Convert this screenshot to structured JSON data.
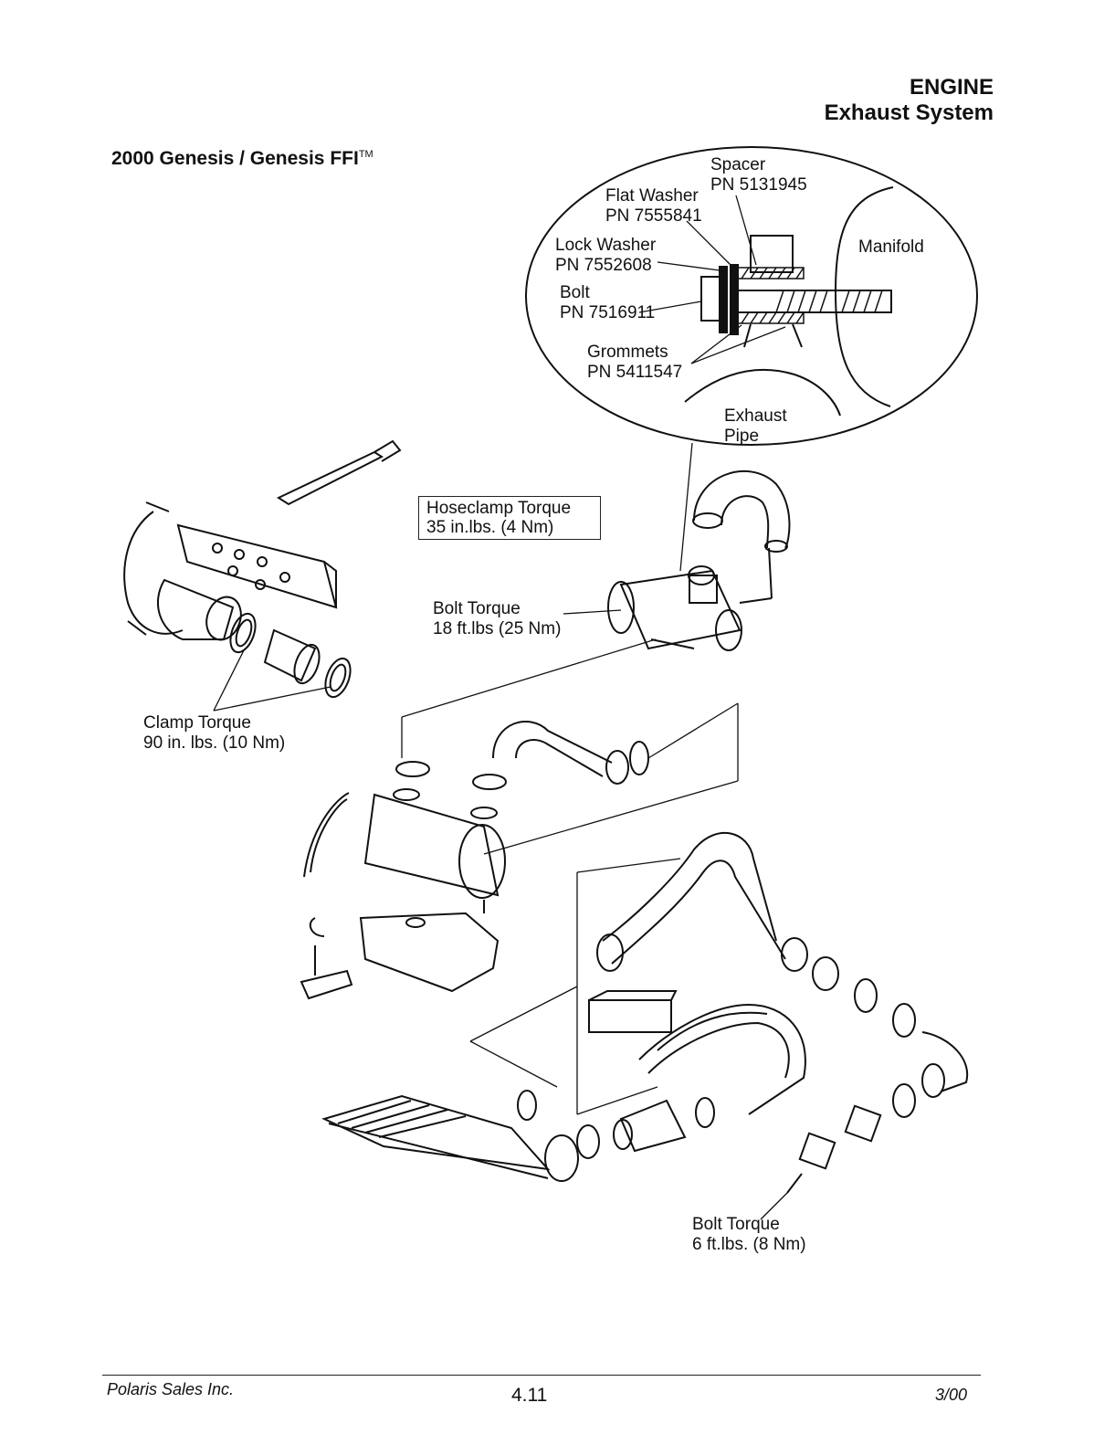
{
  "header": {
    "section": "ENGINE",
    "subsection": "Exhaust System"
  },
  "model_title": "2000 Genesis / Genesis FFI",
  "model_tm": "TM",
  "detail_callouts": {
    "spacer": {
      "name": "Spacer",
      "pn": "PN 5131945"
    },
    "flat_washer": {
      "name": "Flat Washer",
      "pn": "PN 7555841"
    },
    "lock_washer": {
      "name": "Lock Washer",
      "pn": "PN 7552608"
    },
    "bolt": {
      "name": "Bolt",
      "pn": "PN 7516911"
    },
    "grommets": {
      "name": "Grommets",
      "pn": "PN 5411547"
    },
    "manifold": "Manifold",
    "exhaust_pipe": {
      "line1": "Exhaust",
      "line2": "Pipe"
    }
  },
  "torque_specs": {
    "hoseclamp": {
      "line1": "Hoseclamp Torque",
      "line2": "35 in.lbs. (4 Nm)"
    },
    "bolt_upper": {
      "line1": "Bolt Torque",
      "line2": "18 ft.lbs (25 Nm)"
    },
    "clamp": {
      "line1": "Clamp Torque",
      "line2": "90 in. lbs. (10 Nm)"
    },
    "bolt_lower": {
      "line1": "Bolt Torque",
      "line2": "6 ft.lbs. (8 Nm)"
    }
  },
  "footer": {
    "company": "Polaris Sales Inc.",
    "page": "4.11",
    "date": "3/00"
  }
}
